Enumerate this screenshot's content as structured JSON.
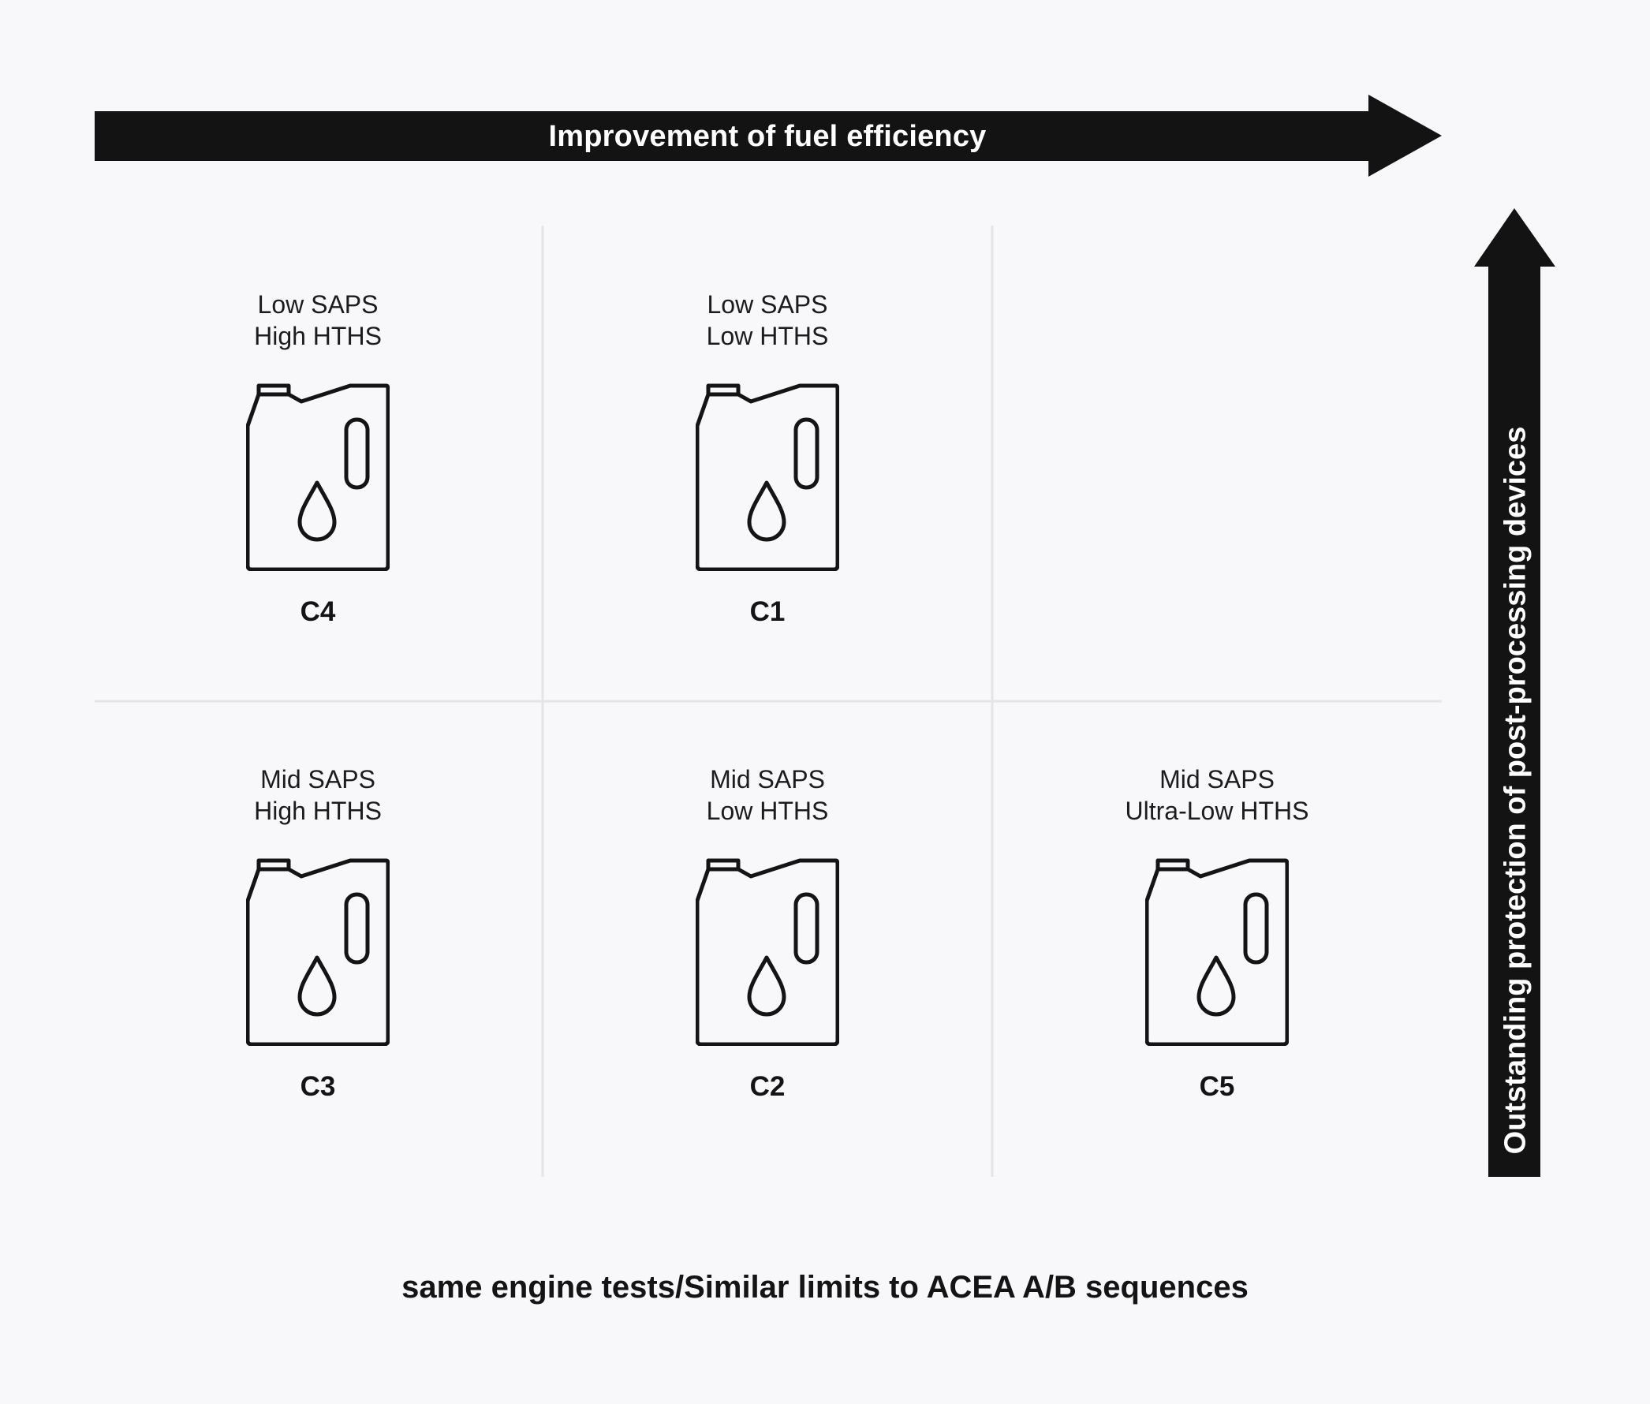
{
  "header_arrow": {
    "label": "Improvement of fuel efficiency"
  },
  "side_arrow": {
    "label": "Outstanding protection of post-processing devices"
  },
  "grid": {
    "cells": [
      {
        "code": "C4",
        "line1": "Low SAPS",
        "line2": "High HTHS"
      },
      {
        "code": "C1",
        "line1": "Low SAPS",
        "line2": "Low HTHS"
      },
      {
        "code": "C3",
        "line1": "Mid SAPS",
        "line2": "High HTHS"
      },
      {
        "code": "C2",
        "line1": "Mid SAPS",
        "line2": "Low HTHS"
      },
      {
        "code": "C5",
        "line1": "Mid SAPS",
        "line2": "Ultra-Low HTHS"
      }
    ]
  },
  "footer": {
    "text": "same engine tests/Similar limits to ACEA A/B sequences"
  },
  "colors": {
    "arrow": "#131313",
    "background": "#f8f8fb",
    "grid_line": "#e5e5e8"
  }
}
